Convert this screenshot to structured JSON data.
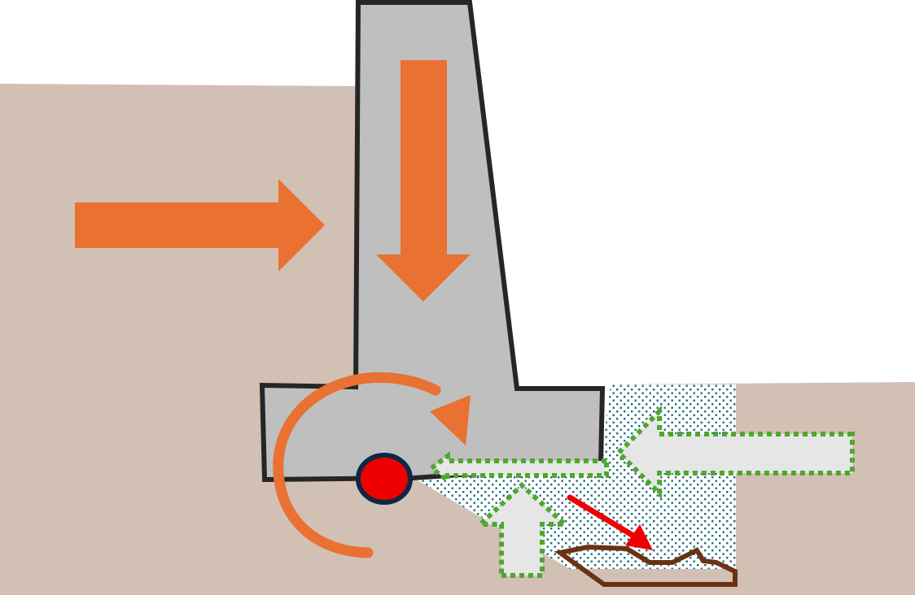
{
  "diagram": {
    "colors": {
      "background": "#ffffff",
      "soil": "#d2c0b5",
      "wall_fill": "#bfbfbf",
      "wall_stroke": "#262626",
      "force_arrow": "#e97132",
      "pressure_arrow_fill": "#e7e6e6",
      "pressure_arrow_stroke": "#4ea72e",
      "drain_dots": "#1f6b7a",
      "pivot_fill": "#ee0000",
      "pivot_stroke": "#0e2841",
      "seepage_arrow": "#ee0000",
      "rock": "#6b3212"
    },
    "elements": [
      {
        "id": "retained-soil",
        "kind": "soil"
      },
      {
        "id": "retaining-wall",
        "kind": "wall"
      },
      {
        "id": "lateral-earth-pressure-arrow",
        "kind": "force-arrow",
        "direction": "right"
      },
      {
        "id": "wall-weight-arrow",
        "kind": "force-arrow",
        "direction": "down"
      },
      {
        "id": "overturning-moment-arrow",
        "kind": "moment-arrow",
        "direction": "clockwise"
      },
      {
        "id": "toe-pivot-point",
        "kind": "pivot"
      },
      {
        "id": "drainage-zone",
        "kind": "drain"
      },
      {
        "id": "passive-pressure-arrow",
        "kind": "pressure-arrow",
        "direction": "left"
      },
      {
        "id": "base-sliding-arrow",
        "kind": "pressure-arrow",
        "direction": "left"
      },
      {
        "id": "uplift-pressure-arrow",
        "kind": "pressure-arrow",
        "direction": "up"
      },
      {
        "id": "seepage-arrow",
        "kind": "seepage",
        "direction": "down-right"
      },
      {
        "id": "rock-layer",
        "kind": "rock"
      }
    ]
  }
}
